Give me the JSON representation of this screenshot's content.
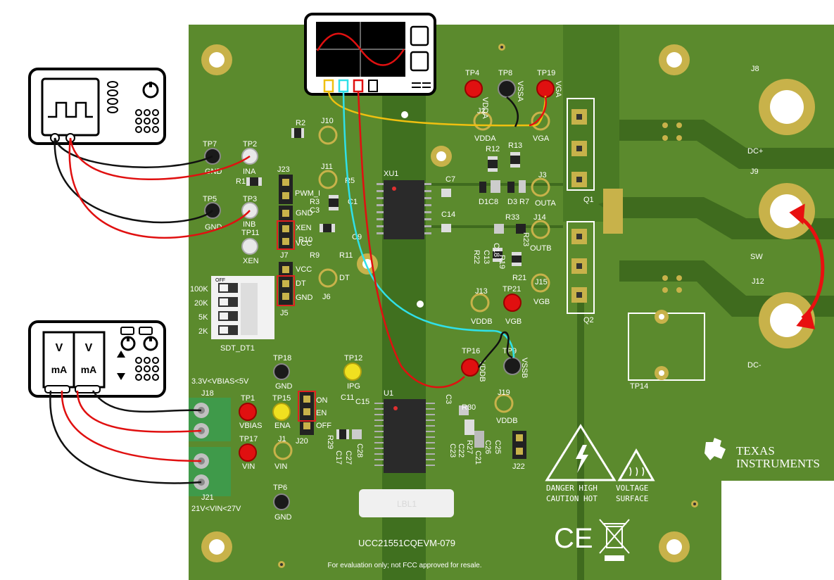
{
  "board": {
    "name": "UCC21551CQEVM-079",
    "disclaimer": "For evaluation only; not FCC approved for resale.",
    "lbl": "LBL1",
    "brand_line1": "TEXAS",
    "brand_line2": "INSTRUMENTS",
    "warning": {
      "line1_a": "DANGER HIGH",
      "line1_b": "VOLTAGE",
      "line2_a": "CAUTION HOT",
      "line2_b": "SURFACE"
    },
    "ce_mark": "CE"
  },
  "labels": {
    "TP7": "TP7",
    "TP7_GND": "GND",
    "TP2": "TP2",
    "TP2_INA": "INA",
    "TP5": "TP5",
    "TP5_GND": "GND",
    "TP3": "TP3",
    "TP3_INB": "INB",
    "TP11": "TP11",
    "TP11_XEN": "XEN",
    "R1": "R1",
    "R2": "R2",
    "R3": "R3",
    "C3": "C3",
    "R10": "R10",
    "R9": "R9",
    "R11": "R11",
    "DT": "DT",
    "J10": "J10",
    "J11": "J11",
    "J23": "J23",
    "PWM_I": "PWM_I",
    "GND": "GND",
    "XEN": "XEN",
    "VCC": "VCC",
    "J7": "J7",
    "J7_VCC": "VCC",
    "J7_DT": "DT",
    "J7_GND": "GND",
    "J5": "J5",
    "J6": "J6",
    "sw_off": "OFF",
    "sw_100k": "100K",
    "sw_20k": "20K",
    "sw_5k": "5K",
    "sw_2k": "2K",
    "SDT_DT1": "SDT_DT1",
    "XU1": "XU1",
    "R5": "R5",
    "C1": "C1",
    "C7": "C7",
    "C14": "C14",
    "C9": "C9",
    "TP4": "TP4",
    "VDDA": "VDDA",
    "TP8": "TP8",
    "VSSA": "VSSA",
    "TP19": "TP19",
    "VGA": "VGA",
    "J2": "J2",
    "J2_VDDA": "VDDA",
    "J4_VGA": "VGA",
    "R12": "R12",
    "R13": "R13",
    "J3": "J3",
    "OUTA": "OUTA",
    "D1": "D1",
    "C8": "C8",
    "D3": "D3",
    "R7": "R7",
    "J14": "J14",
    "OUTB": "OUTB",
    "R33": "R33",
    "C18": "C18",
    "R23": "R23",
    "R22": "R22",
    "C13": "C13",
    "R19": "R19",
    "R21": "R21",
    "J15": "J15",
    "VGB_J": "VGB",
    "J13": "J13",
    "VDDB": "VDDB",
    "TP21": "TP21",
    "VGB": "VGB",
    "TP16": "TP16",
    "TP16_VDDB": "VDDB",
    "TP9": "TP9",
    "VSSB": "VSSB",
    "Q1": "Q1",
    "Q2": "Q2",
    "J8": "J8",
    "DC_PLUS": "DC+",
    "J9": "J9",
    "SW": "SW",
    "J12": "J12",
    "DC_MINUS": "DC-",
    "TP14": "TP14",
    "TP18": "TP18",
    "TP18_GND": "GND",
    "TP12": "TP12",
    "IPG": "IPG",
    "U1": "U1",
    "C11": "C11",
    "C15": "C15",
    "C3b": "C3",
    "R30": "R30",
    "J19": "J19",
    "J19_VDDB": "VDDB",
    "J22": "J22",
    "R27": "R27",
    "C26": "C26",
    "C25": "C25",
    "C21": "C21",
    "C23": "C23",
    "C22": "C22",
    "R29": "R29",
    "C17": "C17",
    "C27": "C27",
    "C28": "C28",
    "vbias_range": "3.3V<VBIAS<5V",
    "J18": "J18",
    "TP1": "TP1",
    "VBIAS": "VBIAS",
    "TP15": "TP15",
    "ENA": "ENA",
    "ON": "ON",
    "EN": "EN",
    "OFF": "OFF",
    "J20": "J20",
    "TP17": "TP17",
    "VIN": "VIN",
    "J1": "J1",
    "J1_VIN": "VIN",
    "J21": "J21",
    "vin_range": "21V<VIN<27V",
    "TP6": "TP6",
    "TP6_GND": "GND"
  },
  "instruments": {
    "meter_v1": "V",
    "meter_v2": "V",
    "meter_ma1": "mA",
    "meter_ma2": "mA"
  },
  "colors": {
    "pcb": "#5c8a2f",
    "pcb_dark": "#3f6b1e",
    "copper": "#c8b24a",
    "tp_red": "#e01010",
    "tp_black": "#1a1a1a",
    "tp_white": "#e8e8e8",
    "tp_yellow": "#f0e020",
    "wire_red": "#e01010",
    "wire_black": "#111111",
    "wire_cyan": "#30e0e8",
    "wire_yellow": "#f0c010",
    "connector": "#3f9a4a",
    "arrow": "#e81010"
  }
}
